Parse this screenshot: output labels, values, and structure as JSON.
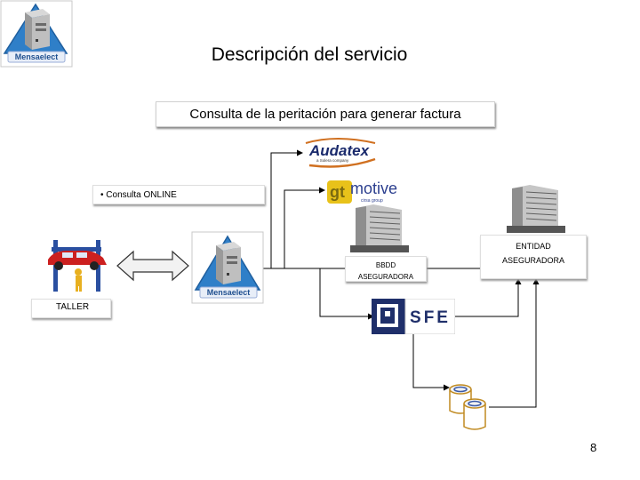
{
  "slide": {
    "title": "Descripción del servicio",
    "heading": "Consulta de la peritación para generar factura",
    "page_number": "8"
  },
  "logos": {
    "mensaelect": "Mensaelect",
    "audatex": "Audatex",
    "audatex_tagline": "a Solera company",
    "gtmotive_prefix": "gt",
    "gtmotive": "motive",
    "gtmotive_tagline": "cirsa group",
    "sfe": "SFE"
  },
  "nodes": {
    "consulta": "• Consulta ONLINE",
    "taller": "TALLER",
    "bbdd_line1": "BBDD",
    "bbdd_line2": "ASEGURADORA",
    "entidad_line1": "ENTIDAD",
    "entidad_line2": "ASEGURADORA"
  },
  "colors": {
    "mensaelect_blue": "#2f7fc8",
    "mensaelect_label": "#1f4f8f",
    "audatex_text": "#1a2a6c",
    "audatex_swoosh": "#d07020",
    "gt_yellow": "#e8c21a",
    "motive_blue": "#2c3f8f",
    "sfe_navy": "#1f2f6a",
    "car_red": "#cc2020",
    "lift_blue": "#2a4fa0",
    "lift_yellow": "#e8b020"
  },
  "icons": [
    "server-tower-icon",
    "office-building-icon",
    "database-cylinder-icon",
    "car-lift-icon",
    "double-arrow-icon"
  ]
}
